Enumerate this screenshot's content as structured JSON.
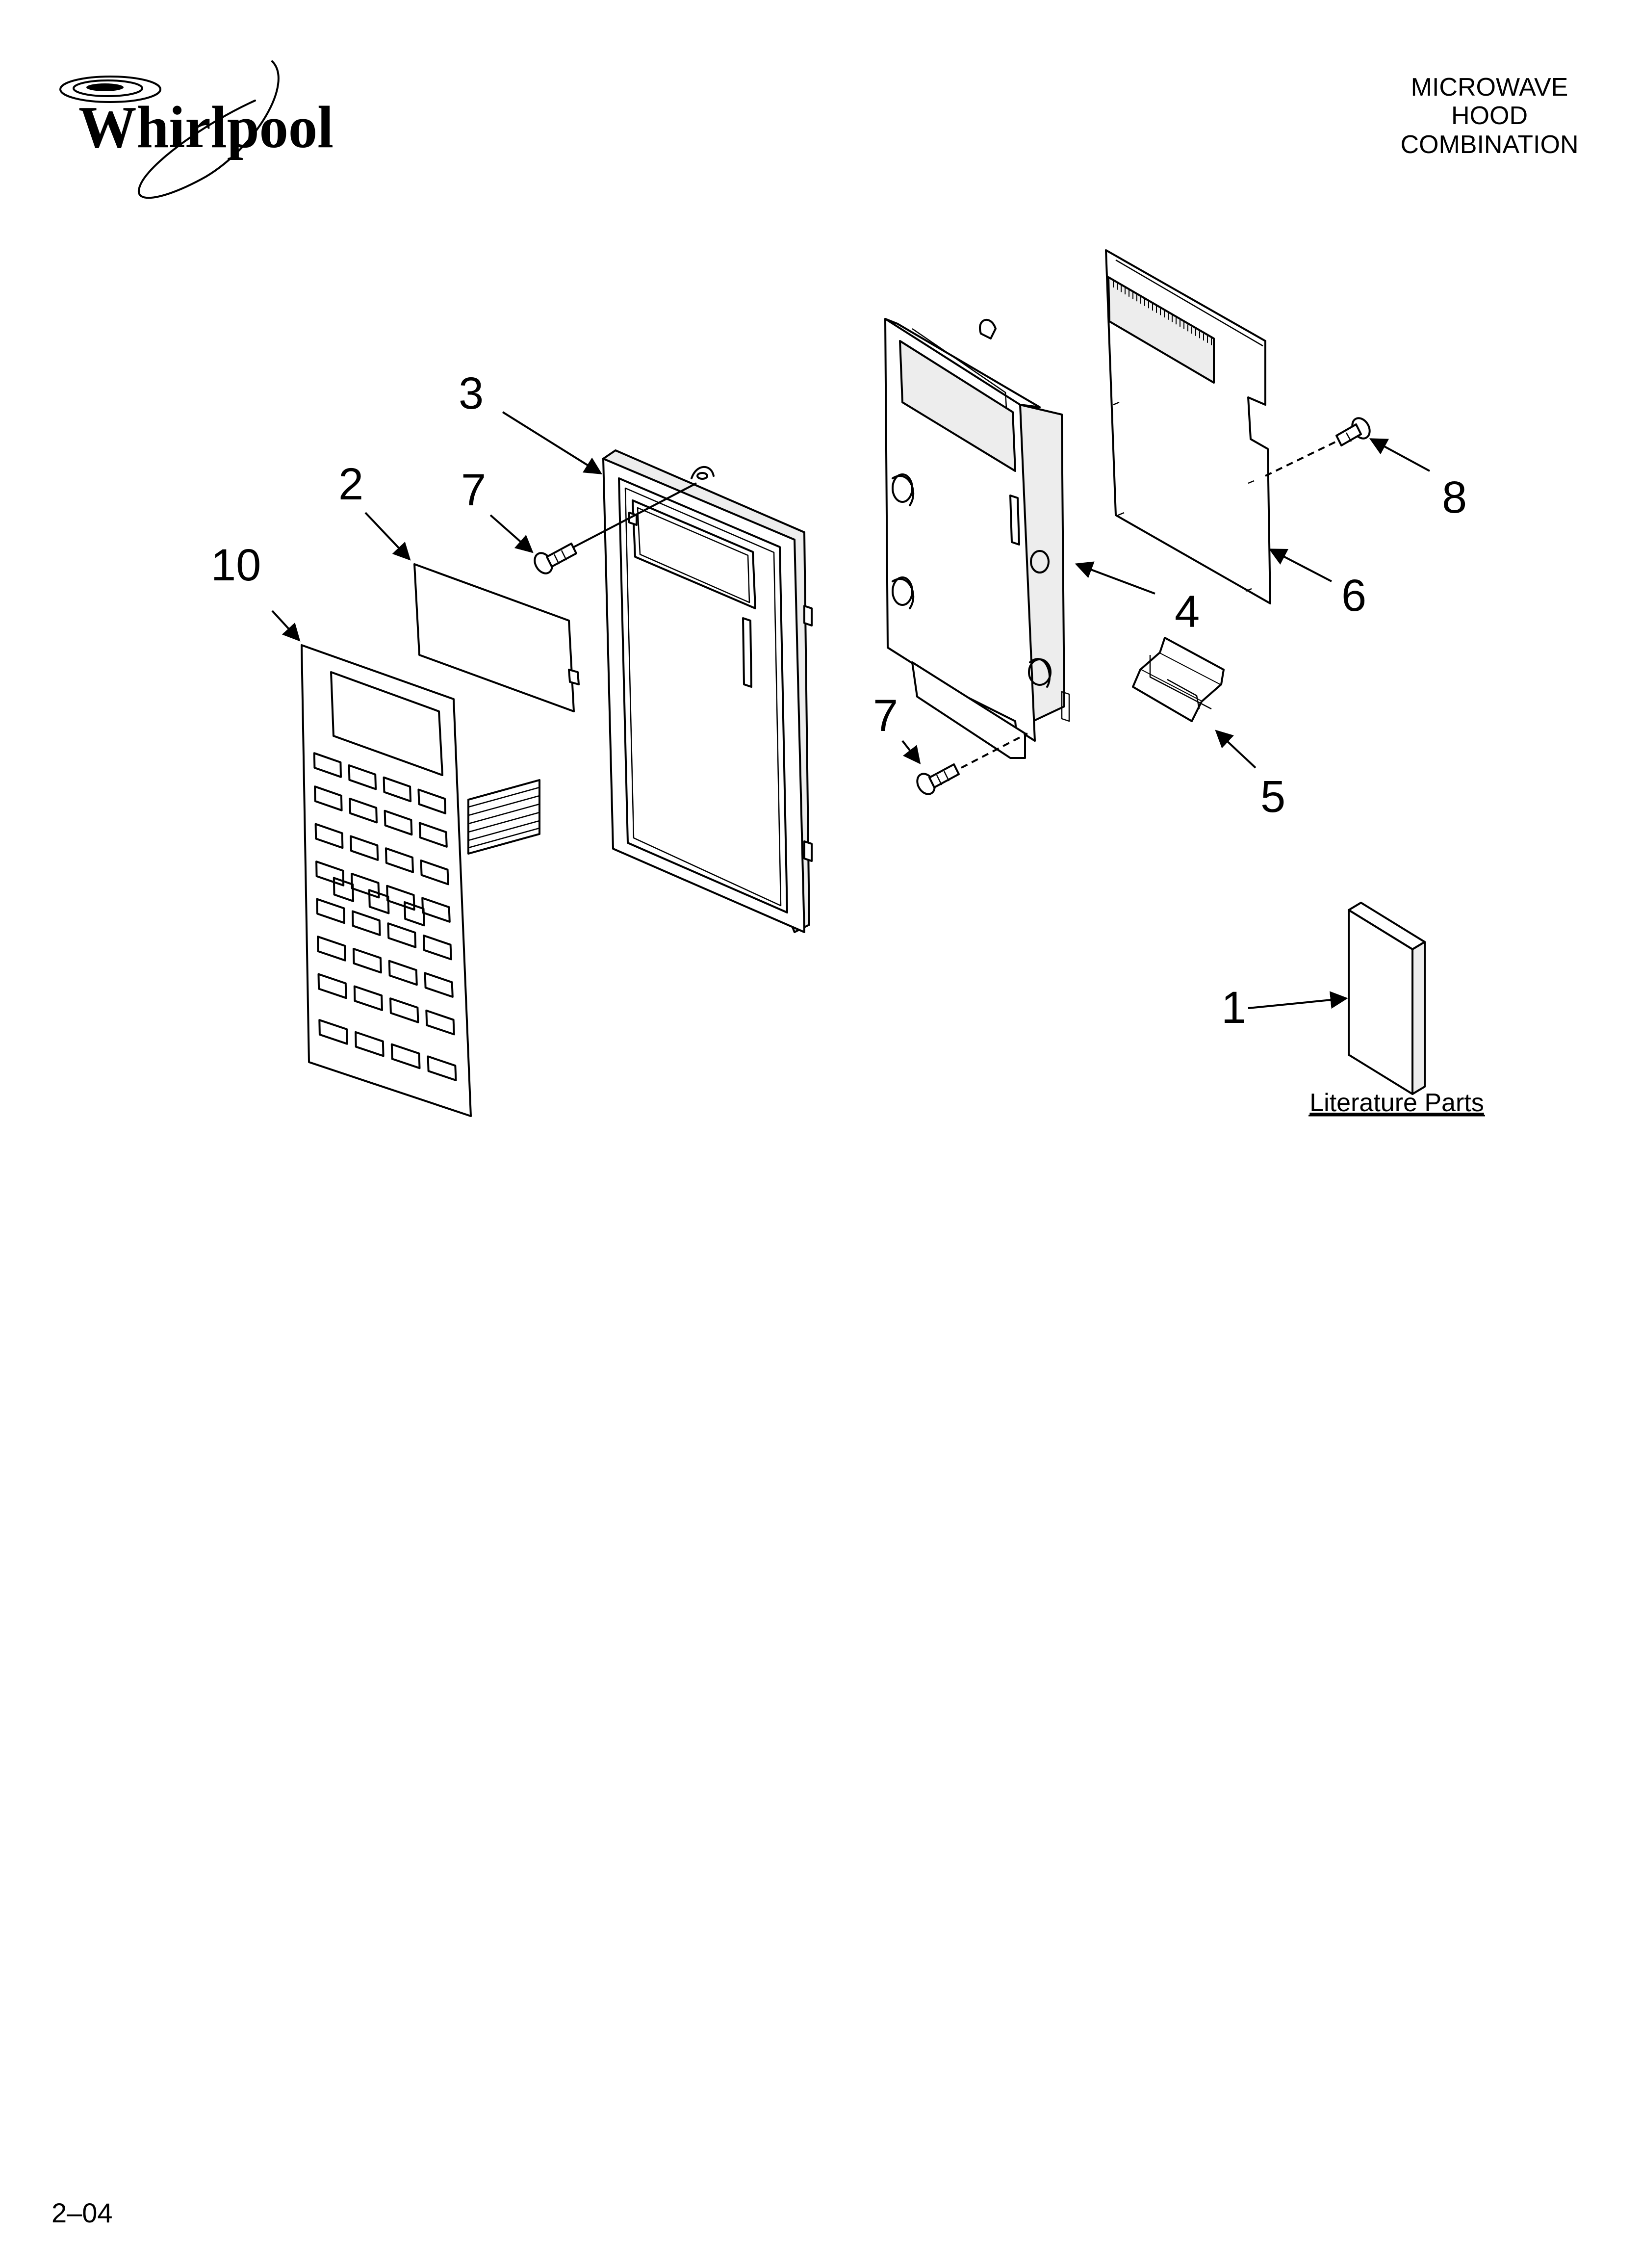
{
  "brand": {
    "name": "Whirlpool"
  },
  "header": {
    "title_lines": [
      "MICROWAVE",
      "HOOD",
      "COMBINATION"
    ]
  },
  "parts": [
    {
      "id": "1",
      "label": "1"
    },
    {
      "id": "2",
      "label": "2"
    },
    {
      "id": "3",
      "label": "3"
    },
    {
      "id": "4",
      "label": "4"
    },
    {
      "id": "5",
      "label": "5"
    },
    {
      "id": "6",
      "label": "6"
    },
    {
      "id": "7a",
      "label": "7"
    },
    {
      "id": "7b",
      "label": "7"
    },
    {
      "id": "8",
      "label": "8"
    },
    {
      "id": "10",
      "label": "10"
    }
  ],
  "literature": {
    "label": "Literature Parts"
  },
  "footer": {
    "page_code": "2–04"
  },
  "colors": {
    "ink": "#000000",
    "paper": "#ffffff",
    "panel_shade": "#ededed"
  }
}
